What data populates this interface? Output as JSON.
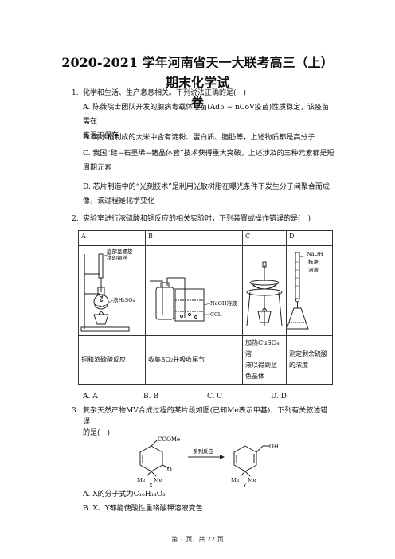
{
  "title_line1": "2020-2021 学年河南省天一大联考高三（上）期末化学试",
  "title_line2": "卷",
  "q1": {
    "num": "1.",
    "stem": "化学和生活、生产息息相关。下列说法正确的是(　)",
    "A_l1": "A. 陈薇院士团队开发的腺病毒载体疫苗(Ad5 − nCoV疫苗)性质稳定，该疫苗需在",
    "A_l2": "高温下保存",
    "B": "B. 海水稻制成的大米中含有淀粉、蛋白质、脂肪等，上述物质都是高分子",
    "C_l1": "C. 我国“硅−石墨烯−锗晶体管”技术获得重大突破，上述涉及的三种元素都是短",
    "C_l2": "周期元素",
    "D_l1": "D. 芯片制造中的“光刻技术”是利用光敏树脂在曝光条件下发生分子间聚合而成",
    "D_l2": "像，该过程是化学变化"
  },
  "q2": {
    "num": "2.",
    "stem": "实验室进行浓硫酸和铜反应的相关实验时，下列装置或操作错误的是(　)",
    "headers": [
      "A",
      "B",
      "C",
      "D"
    ],
    "labels": {
      "a1": "底部呈螺旋",
      "a2": "状的铜丝",
      "a3": "浓H₂SO₄",
      "b1": "NaOH溶液",
      "b2": "CCl₄",
      "d1": "NaOH",
      "d2": "标准",
      "d3": "溶液"
    },
    "captions": {
      "A": "铜和浓硫酸反应",
      "B": "收集SO₂并吸收尾气",
      "C_l1": "加热CuSO₄溶",
      "C_l2": "液以得到蓝",
      "C_l3": "色晶体",
      "D_l1": "测定剩余硫酸",
      "D_l2": "的浓度"
    },
    "answers": [
      "A. A",
      "B. B",
      "C. C",
      "D. D"
    ]
  },
  "q3": {
    "num": "3.",
    "stem_l1": "复杂天然产物MV合成过程的某片段如图(已知Me表示甲基)，下列有关叙述错误",
    "stem_l2": "的是(　)",
    "scheme": {
      "reagent": "系列反应",
      "label_X": "X",
      "label_Y": "Y",
      "coome": "COOMe",
      "o": "O",
      "oh": "OH",
      "me": "Me"
    },
    "A": "A. X的分子式为C₁₀H₁₄O₃",
    "B": "B. X、Y都能使酸性重铬酸钾溶液变色"
  },
  "footer": "第 1 页，共 22 页"
}
